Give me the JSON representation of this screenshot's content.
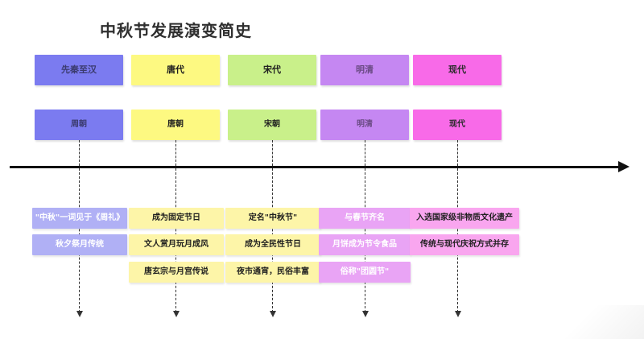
{
  "diagram": {
    "title": "中秋节发展演变简史",
    "axis": {
      "direction": "left-to-right",
      "arrow_icon": "right-arrow-icon"
    },
    "colors": {
      "era_1": "#7b7bf0",
      "era_2": "#fdf981",
      "era_3": "#c9f08a",
      "era_4": "#c587f2",
      "era_5": "#f86ae8",
      "item_1": "#b0b0f5",
      "item_2": "#fdf5a8",
      "item_3": "#ddf5b0",
      "item_4": "#e9a4f5",
      "item_5": "#f9a6ef",
      "axis": "#111111",
      "title_text": "#2f2f2f"
    },
    "columns": [
      {
        "era": "先秦至汉",
        "dynasty": "周朝",
        "items": [
          "\"中秋\"一词见于《周礼》",
          "秋夕祭月传统"
        ]
      },
      {
        "era": "唐代",
        "dynasty": "唐朝",
        "items": [
          "成为固定节日",
          "文人赏月玩月成风",
          "唐玄宗与月宫传说"
        ]
      },
      {
        "era": "宋代",
        "dynasty": "宋朝",
        "items": [
          "定名\"中秋节\"",
          "成为全民性节日",
          "夜市通宵，民俗丰富"
        ]
      },
      {
        "era": "明清",
        "dynasty": "明清",
        "items": [
          "与春节齐名",
          "月饼成为节令食品",
          "俗称\"团圆节\""
        ]
      },
      {
        "era": "现代",
        "dynasty": "现代",
        "items": [
          "入选国家级非物质文化遗产",
          "传统与现代庆祝方式并存"
        ]
      }
    ]
  }
}
